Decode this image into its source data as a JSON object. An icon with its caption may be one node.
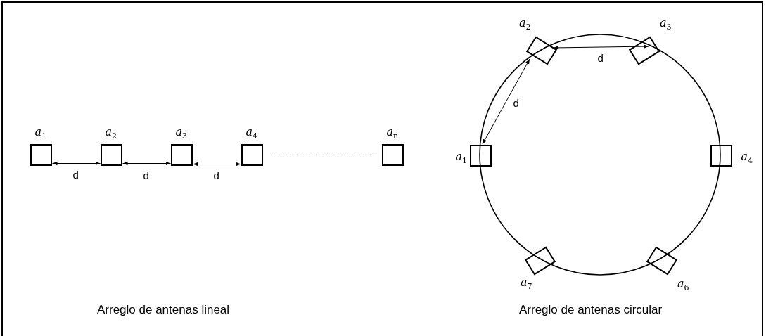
{
  "diagram": {
    "nodes": [
      {
        "text": [],
        "shape": "box",
        "beside": [
          "a$_{1}$"
        ]
      },
      {
        "text": [],
        "shape": "box",
        "beside": [
          "a$_{2}$"
        ]
      },
      {
        "text": [],
        "shape": "box",
        "beside": [
          "a$_{3}$"
        ]
      },
      {
        "text": [],
        "shape": "box",
        "beside": [
          "a$_{4}$"
        ]
      },
      {
        "text": [],
        "shape": "box",
        "beside": [
          "a$_{n}$"
        ]
      },
      {
        "text": [],
        "shape": "box",
        "beside": [
          "a$_{2}$"
        ]
      },
      {
        "text": [],
        "shape": "box",
        "beside": [
          "a$_{3}$"
        ]
      },
      {
        "text": [],
        "shape": "box",
        "beside": [
          "a$_{1}$"
        ]
      },
      {
        "text": [],
        "shape": "box",
        "beside": [
          "a$_{4}$"
        ]
      },
      {
        "text": [],
        "shape": "box",
        "beside": [
          "a$_{7}$"
        ]
      },
      {
        "text": [],
        "shape": "box",
        "beside": [
          "a$_{6}$"
        ]
      }
    ],
    "edges": [
      {
        "from": 0,
        "to": 1,
        "arrow": "both",
        "label": "d"
      },
      {
        "from": 1,
        "to": 2,
        "arrow": "both",
        "label": "d"
      },
      {
        "from": 2,
        "to": 3,
        "arrow": "both",
        "label": "d"
      },
      {
        "from": 3,
        "to": 4,
        "arrow": "none",
        "style": "dashed"
      },
      {
        "from": 5,
        "to": 6,
        "arrow": "both",
        "label": "d"
      },
      {
        "from": 5,
        "to": 7,
        "arrow": "both",
        "label": "d"
      }
    ],
    "labels": [
      "Arreglo de antenas lineal",
      "Arreglo de antenas circular"
    ]
  }
}
